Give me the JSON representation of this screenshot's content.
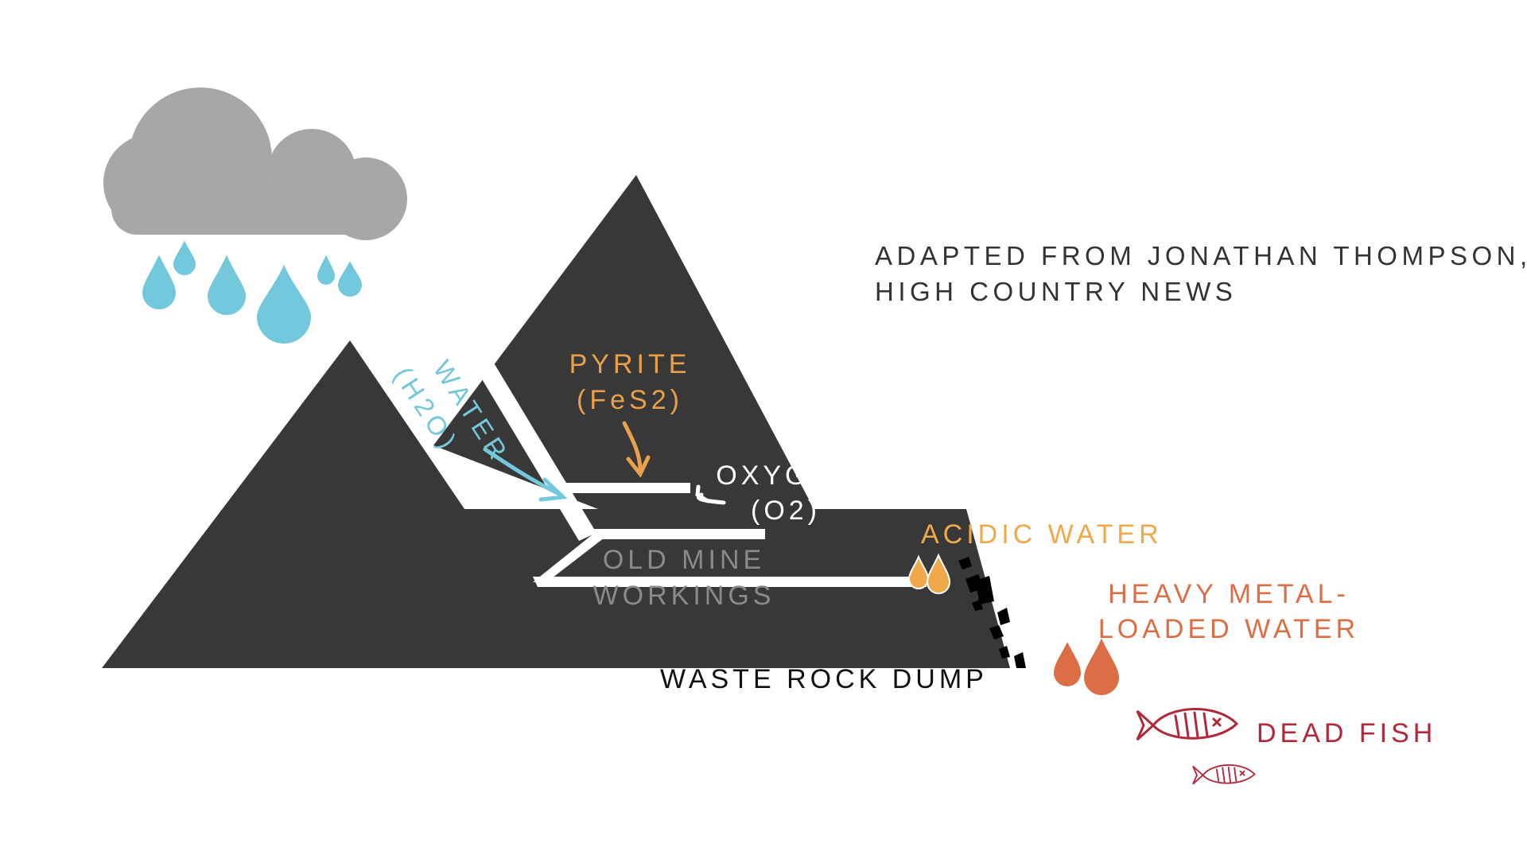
{
  "credit": {
    "line1": "ADAPTED FROM JONATHAN THOMPSON,",
    "line2": "HIGH COUNTRY NEWS"
  },
  "labels": {
    "water": {
      "line1": "WATER",
      "line2": "(H2O)"
    },
    "pyrite": {
      "line1": "PYRITE",
      "line2": "(FeS2)"
    },
    "oxygen": {
      "line1": "OXYGEN",
      "line2": "(O2)"
    },
    "mine_workings": {
      "line1": "OLD MINE",
      "line2": "WORKINGS"
    },
    "acidic_water": "ACIDIC WATER",
    "heavy_metal_water": {
      "line1": "HEAVY METAL-",
      "line2": "LOADED WATER"
    },
    "waste_rock_dump": "WASTE ROCK DUMP",
    "dead_fish": "DEAD FISH"
  },
  "colors": {
    "mountain": "#383838",
    "cloud": "#a7a7a7",
    "rain": "#74c8dc",
    "pyrite": "#e8a04a",
    "acidic": "#f0a94a",
    "heavy_metal": "#db6e45",
    "fish": "#b0283a",
    "credit_text": "#333333"
  }
}
